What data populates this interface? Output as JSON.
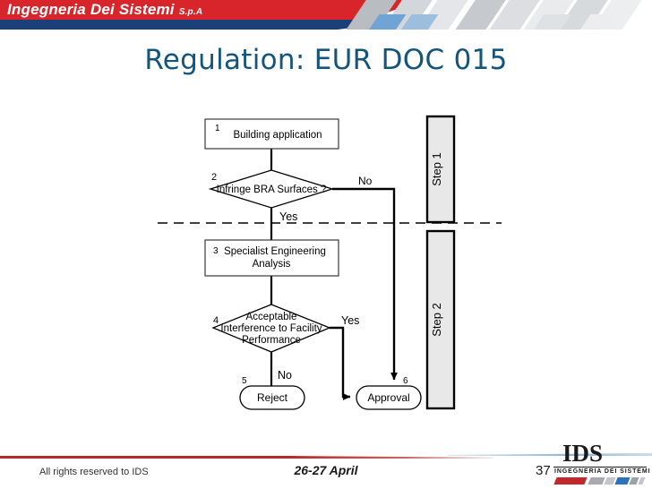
{
  "header": {
    "company": "Ingegneria Dei Sistemi",
    "suffix": "S.p.A",
    "red": "#d8252b",
    "blue": "#1b3f78"
  },
  "slide": {
    "title": "Regulation: EUR DOC 015",
    "title_color": "#14557c"
  },
  "flowchart": {
    "nodes": [
      {
        "id": "1",
        "label": "Building application",
        "shape": "rectangle"
      },
      {
        "id": "2",
        "label": "Infringe BRA Surfaces ?",
        "shape": "diamond"
      },
      {
        "id": "3",
        "label_line1": "Specialist Engineering",
        "label_line2": "Analysis",
        "shape": "rectangle"
      },
      {
        "id": "4",
        "label_line1": "Acceptable",
        "label_line2": "Interference to Facility",
        "label_line3": "Performance",
        "shape": "diamond"
      },
      {
        "id": "5",
        "label": "Reject",
        "shape": "stadium"
      },
      {
        "id": "6",
        "label": "Approval",
        "shape": "stadium"
      }
    ],
    "edge_labels": {
      "d2_no": "No",
      "d2_yes": "Yes",
      "d4_yes": "Yes",
      "d4_no": "No"
    },
    "step_bars": [
      {
        "label": "Step 1"
      },
      {
        "label": "Step 2"
      }
    ]
  },
  "footer": {
    "rights": "All rights reserved to IDS",
    "date": "26-27 April",
    "page": "37",
    "logo_title": "IDS",
    "logo_subtitle": "INGEGNERIA DEI SISTEMI"
  }
}
